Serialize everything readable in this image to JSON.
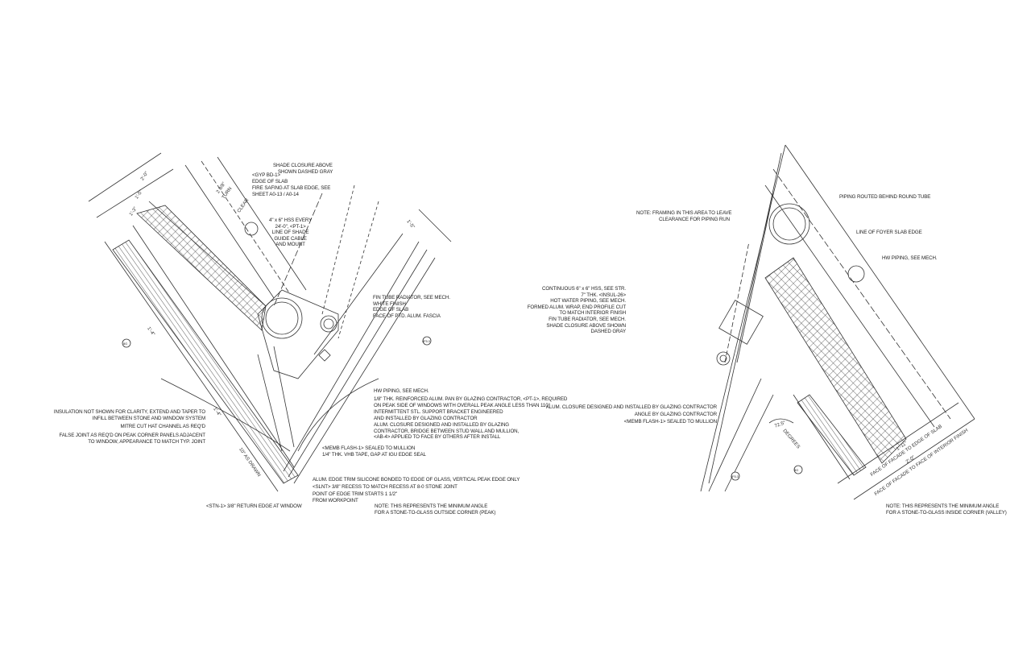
{
  "left_detail": {
    "labels": {
      "shade_closure": [
        "SHADE CLOSURE ABOVE",
        "SHOWN DASHED GRAY"
      ],
      "gyp_bd": "<GYP BD-1>",
      "edge_of_slab": "EDGE OF SLAB",
      "fire_safing": [
        "FIRE SAFING AT SLAB EDGE, SEE",
        "SHEET A0-13 / A0-14"
      ],
      "hss": [
        "4\" x 6\" HSS EVERY",
        "24'-0\", <PT-1>",
        "LINE OF SHADE",
        "GUIDE CABLE",
        "AND MOUNT"
      ],
      "fin_tube": [
        "FIN TUBE RADIATOR, SEE MECH.",
        "WHITE FINISH",
        "EDGE OF SLAB",
        "FACE OF PTD. ALUM. FASCIA"
      ],
      "hw_piping": "HW PIPING, SEE MECH.",
      "alum_pan": [
        "1/8\" THK. REINFORCED ALUM. PAN BY GLAZING CONTRACTOR, <PT-1>, REQUIRED",
        "ON PEAK SIDE OF WINDOWS WITH OVERALL PEAK ANGLE LESS THAN 110°"
      ],
      "stl_bracket": [
        "INTERMITTENT STL. SUPPORT BRACKET ENGINEERED",
        "AND INSTALLED BY GLAZING CONTRACTOR"
      ],
      "alum_closure": [
        "ALUM. CLOSURE DESIGNED AND INSTALLED BY GLAZING",
        "CONTRACTOR, BRIDGE BETWEEN STUD WALL AND MULLION,",
        "<AB-4> APPLIED TO FACE BY OTHERS AFTER INSTALL"
      ],
      "memb_flash": "<MEMB FLASH-1> SEALED TO MULLION",
      "vhb_tape": "1/4\" THK. VHB TAPE, GAP AT IGU EDGE SEAL",
      "edge_trim": "ALUM. EDGE TRIM SILICONE BONDED TO EDGE OF GLASS, VERTICAL PEAK EDGE ONLY",
      "slnt": "<SLNT> 3/8\" RECESS TO MATCH RECESS AT 8-0 STONE JOINT",
      "point_edge_trim": [
        "POINT OF EDGE TRIM STARTS 1 1/2\"",
        "FROM WORKPOINT"
      ],
      "note": [
        "NOTE: THIS REPRESENTS THE MINIMUM ANGLE",
        "FOR A STONE-TO-GLASS OUTSIDE CORNER (PEAK)"
      ],
      "insulation": [
        "INSULATION NOT SHOWN FOR CLARITY, EXTEND AND TAPER TO",
        "INFILL BETWEEN STONE AND WINDOW SYSTEM"
      ],
      "mitre": "MITRE CUT HAT CHANNEL AS REQ'D",
      "false_joint": [
        "FALSE JOINT AS REQ'D ON PEAK CORNER PANELS ADJACENT",
        "TO WINDOW, APPEARANCE TO MATCH TYP. JOINT"
      ],
      "stn": "<STN-1> 3/8\" RETURN EDGE AT WINDOW"
    },
    "dimensions": [
      "2'-0\"",
      "1'-5\"",
      "1'-3\"",
      "1'-5\"",
      "1'-4\"",
      "1'-4\"",
      "10\" AS DRAWN",
      "CLEAR",
      "2 3/8\"",
      "TURN"
    ],
    "tags": [
      "4F5.3",
      "8G"
    ]
  },
  "right_detail": {
    "labels": {
      "framing_note": [
        "NOTE: FRAMING IN THIS AREA TO LEAVE",
        "CLEARANCE FOR PIPING RUN"
      ],
      "piping_routed": "PIPING ROUTED BEHIND ROUND TUBE",
      "foyer_slab": "LINE OF FOYER SLAB EDGE",
      "hw_piping": "HW PIPING, SEE MECH.",
      "stack": [
        "CONTINUOUS 6\" x 6\" HSS, SEE STR.",
        "7\" THK. <INSUL-26>",
        "HOT WATER PIPING, SEE MECH.",
        "FORMED ALUM. WRAP, END PROFILE CUT",
        "TO MATCH INTERIOR FINISH",
        "FIN TUBE RADIATOR, SEE MECH.",
        "SHADE CLOSURE ABOVE SHOWN",
        "DASHED GRAY"
      ],
      "alum_closure": "ALUM. CLOSURE DESIGNED AND INSTALLED BY GLAZING CONTRACTOR",
      "angle": "ANGLE BY GLAZING CONTRACTOR",
      "memb_flash": "<MEMB FLASH-1> SEALED TO MULLION",
      "face_slab": "FACE OF FACADE TO EDGE OF SLAB",
      "face_interior": "FACE OF FACADE TO FACE OF INTERIOR FINISH",
      "note": [
        "NOTE: THIS REPRESENTS THE MINIMUM ANGLE",
        "FOR A STONE-TO-GLASS INSIDE CORNER (VALLEY)"
      ]
    },
    "dimensions": [
      "1'-11\"",
      "2'-0\"",
      "72.5°",
      "DEGREES"
    ],
    "tags": [
      "4F5.3",
      "8G"
    ]
  }
}
